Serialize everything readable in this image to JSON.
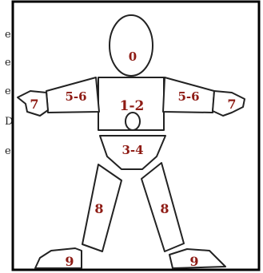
{
  "colors": {
    "label": "#8e1b14",
    "stroke": "#222222",
    "frame": "#000000",
    "fill": "#ffffff"
  },
  "cut_off_text": [
    "e",
    "e",
    "e",
    "D",
    "e"
  ],
  "regions": {
    "head": "0",
    "torso": "1-2",
    "pelvis": "3-4",
    "upper_arm_left": "5-6",
    "upper_arm_right": "5-6",
    "hand_left": "7",
    "hand_right": "7",
    "leg_left": "8",
    "leg_right": "8",
    "foot_left": "9",
    "foot_right": "9"
  }
}
